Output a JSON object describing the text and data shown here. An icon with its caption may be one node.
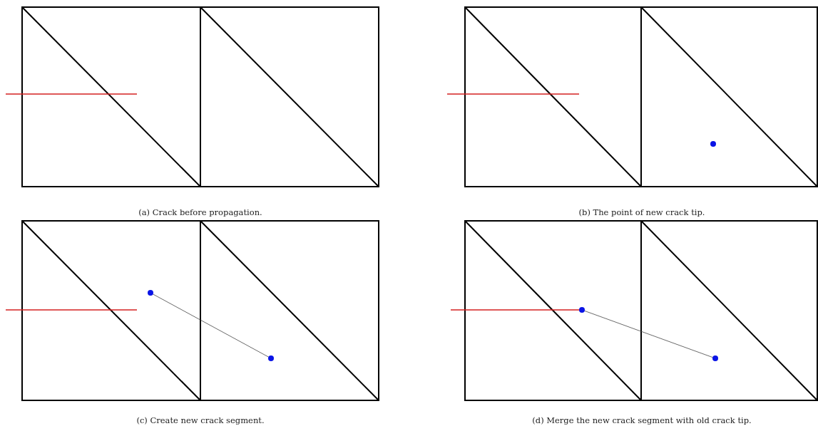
{
  "diagram": {
    "nodes": [
      {
        "text": [],
        "shape": "circle"
      },
      {
        "text": [],
        "shape": "circle"
      },
      {
        "text": [],
        "shape": "circle"
      },
      {
        "text": [],
        "shape": "circle"
      },
      {
        "text": [],
        "shape": "circle"
      }
    ],
    "edges": [
      {
        "from": 1,
        "to": 2,
        "arrow": "none"
      },
      {
        "from": 3,
        "to": 4,
        "arrow": "none"
      }
    ],
    "labels": [
      "(a) Crack before propagation.",
      "(b) The point of new crack tip.",
      "(c) Create new crack segment.",
      "(d) Merge the new crack segment with old crack tip."
    ]
  }
}
